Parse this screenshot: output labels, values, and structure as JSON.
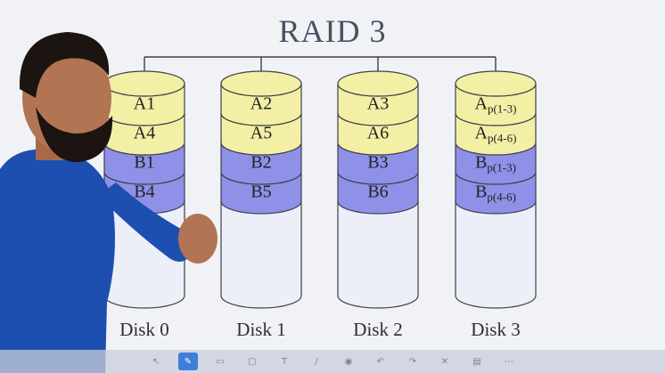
{
  "title": "RAID 3",
  "disks": [
    {
      "label": "Disk 0",
      "blocks": [
        {
          "type": "A",
          "base": "A1",
          "sub": ""
        },
        {
          "type": "A",
          "base": "A4",
          "sub": ""
        },
        {
          "type": "B",
          "base": "B1",
          "sub": ""
        },
        {
          "type": "B",
          "base": "B4",
          "sub": ""
        }
      ]
    },
    {
      "label": "Disk 1",
      "blocks": [
        {
          "type": "A",
          "base": "A2",
          "sub": ""
        },
        {
          "type": "A",
          "base": "A5",
          "sub": ""
        },
        {
          "type": "B",
          "base": "B2",
          "sub": ""
        },
        {
          "type": "B",
          "base": "B5",
          "sub": ""
        }
      ]
    },
    {
      "label": "Disk 2",
      "blocks": [
        {
          "type": "A",
          "base": "A3",
          "sub": ""
        },
        {
          "type": "A",
          "base": "A6",
          "sub": ""
        },
        {
          "type": "B",
          "base": "B3",
          "sub": ""
        },
        {
          "type": "B",
          "base": "B6",
          "sub": ""
        }
      ]
    },
    {
      "label": "Disk 3",
      "blocks": [
        {
          "type": "A",
          "base": "A",
          "sub": "p(1-3)"
        },
        {
          "type": "A",
          "base": "A",
          "sub": "p(4-6)"
        },
        {
          "type": "B",
          "base": "B",
          "sub": "p(1-3)"
        },
        {
          "type": "B",
          "base": "B",
          "sub": "p(4-6)"
        }
      ]
    }
  ],
  "colors": {
    "a_fill": "#f3f0a6",
    "b_fill": "#8f90e8",
    "empty_fill": "#eceff7",
    "stroke": "#3f3f4d",
    "connector": "#3f3f4d",
    "skin": "#b27553",
    "shirt": "#1d4fb0",
    "hair": "#1c1410",
    "toolbar_active": "#3f7ddb"
  },
  "toolbar": {
    "icons": [
      "cursor-icon",
      "pen-icon",
      "eraser-icon",
      "shape-icon",
      "text-icon",
      "highlighter-icon",
      "laser-icon",
      "undo-icon",
      "redo-icon",
      "clear-icon",
      "page-icon",
      "more-icon"
    ],
    "active_index": 1
  }
}
